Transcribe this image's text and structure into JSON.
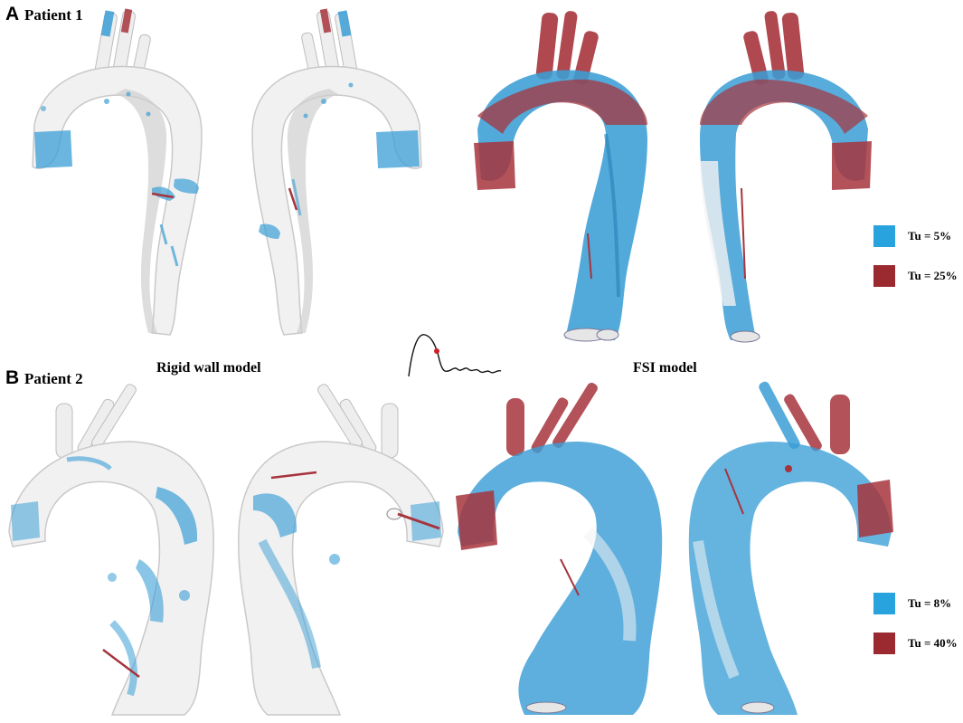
{
  "panels": {
    "a": {
      "letter": "A",
      "title": "Patient 1"
    },
    "b": {
      "letter": "B",
      "title": "Patient 2"
    }
  },
  "columns": {
    "rigid": "Rigid wall model",
    "fsi": "FSI model"
  },
  "legend_a": [
    {
      "label": "Tu = 5%",
      "color": "#29a3dd"
    },
    {
      "label": "Tu = 25%",
      "color": "#9b2a30"
    }
  ],
  "legend_b": [
    {
      "label": "Tu = 8%",
      "color": "#29a3dd"
    },
    {
      "label": "Tu = 40%",
      "color": "#9b2a30"
    }
  ],
  "colors": {
    "low": "#3a9ed6",
    "high": "#a6343c",
    "vessel_fill": "#f2f2f2",
    "vessel_edge": "#c9c9c9"
  }
}
